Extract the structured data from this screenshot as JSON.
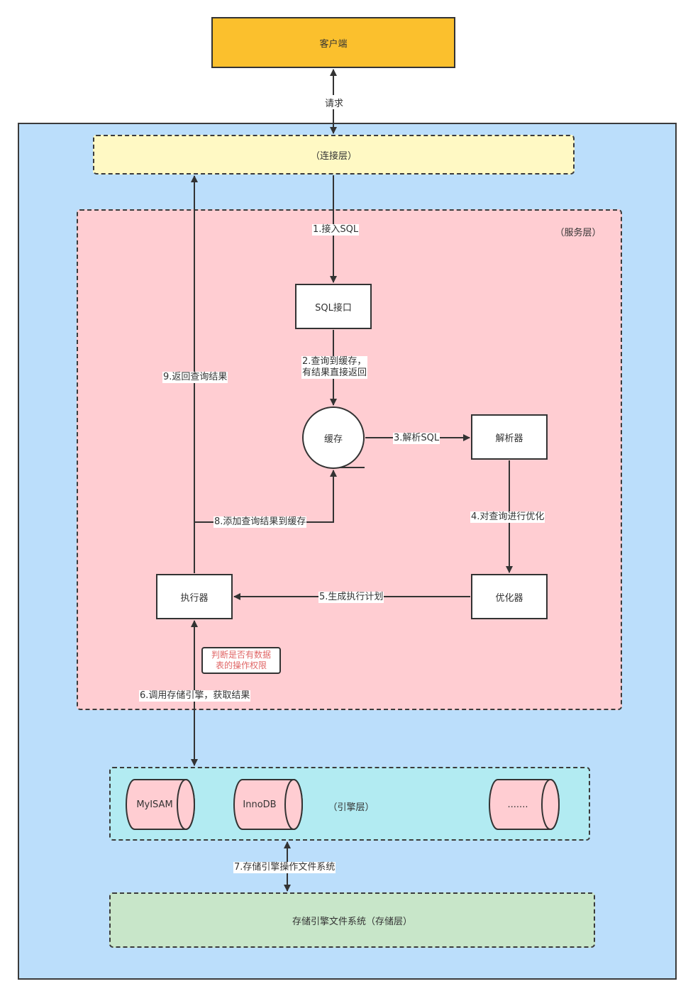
{
  "colors": {
    "outer_fill": "#bbdefb",
    "client_fill": "#fbc02d",
    "connection_layer_fill": "#fff9c4",
    "service_layer_fill": "#ffcdd2",
    "engine_layer_fill": "#b2ebf2",
    "storage_layer_fill": "#c8e6c9",
    "cylinder_fill": "#ffcdd2",
    "note_text": "#e06666",
    "stroke": "#333333"
  },
  "nodes": {
    "client": "客户端",
    "connection_layer": "（连接层）",
    "service_layer": "（服务层）",
    "sql_interface": "SQL接口",
    "cache": "缓存",
    "parser": "解析器",
    "optimizer": "优化器",
    "executor": "执行器",
    "permission_note": [
      "判断是否有数据",
      "表的操作权限"
    ],
    "engine_layer": "（引擎层）",
    "engines": [
      "MyISAM",
      "InnoDB",
      "......."
    ],
    "storage_layer": "存储引擎文件系统（存储层）"
  },
  "edges": {
    "request": "请求",
    "step1": "1.接入SQL",
    "step2": [
      "2.查询到缓存，",
      "有结果直接返回"
    ],
    "step3": "3.解析SQL",
    "step4": "4.对查询进行优化",
    "step5": "5.生成执行计划",
    "step6": "6.调用存储引擎，获取结果",
    "step7": "7.存储引擎操作文件系统",
    "step8": "8.添加查询结果到缓存",
    "step9": "9.返回查询结果"
  }
}
